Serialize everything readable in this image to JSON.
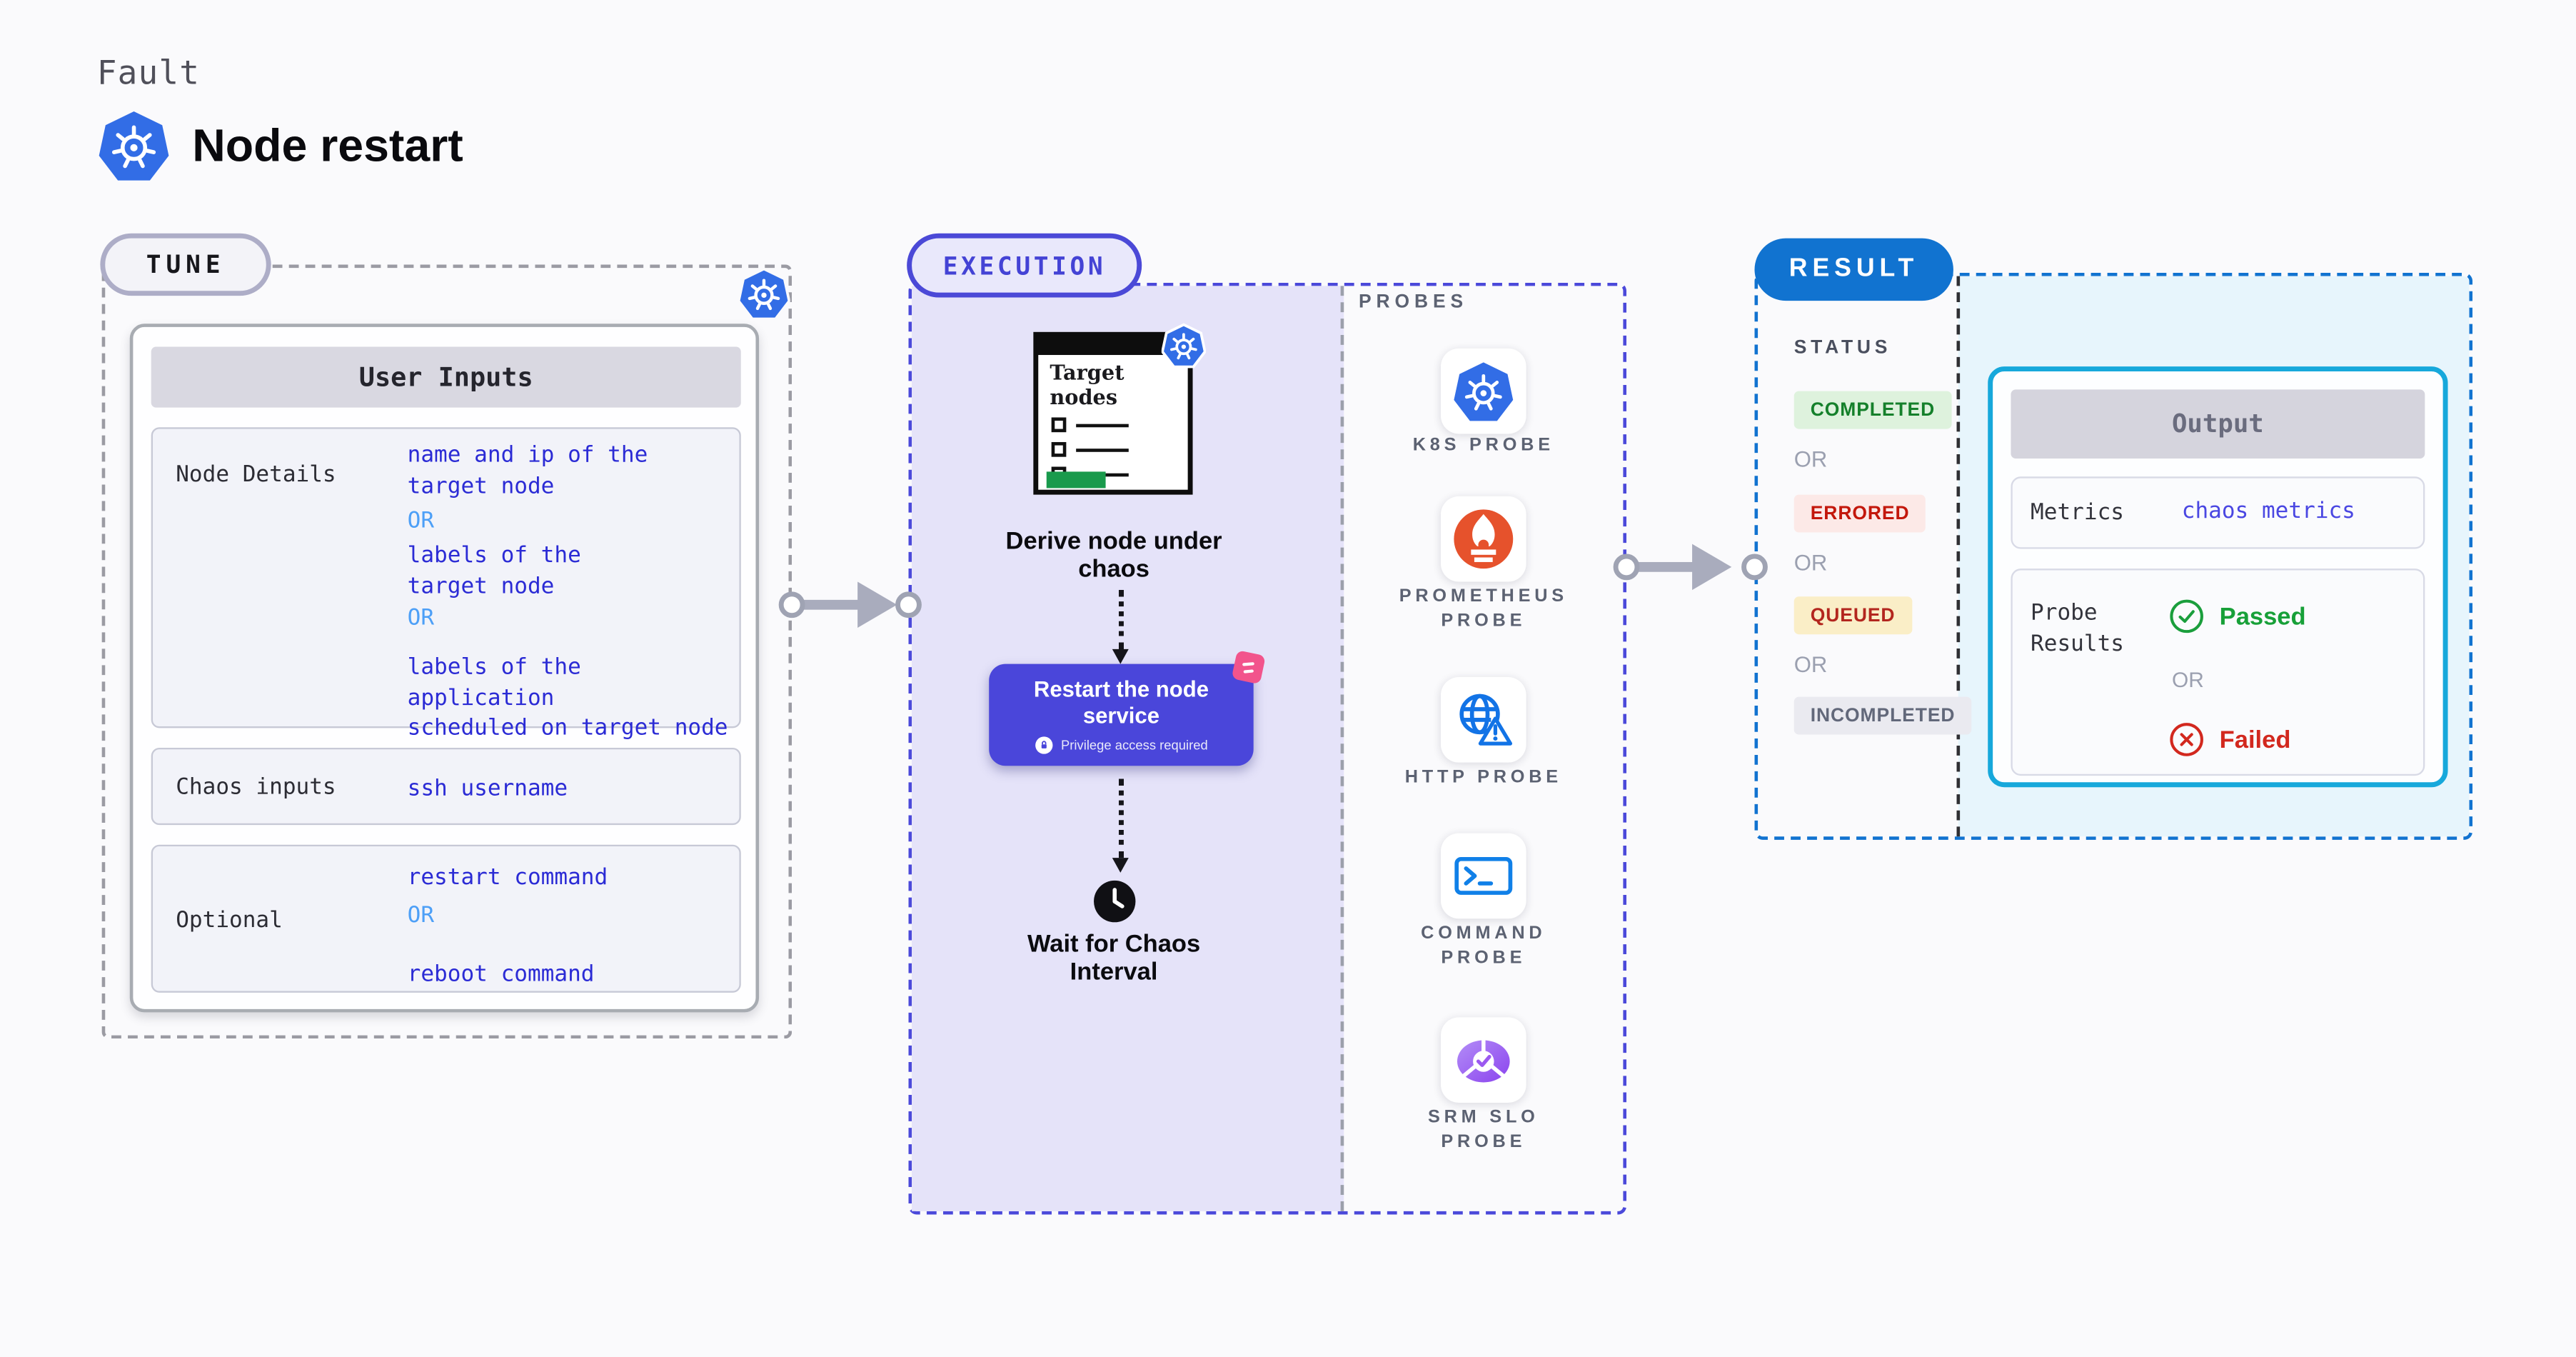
{
  "header": {
    "eyebrow": "Fault",
    "title": "Node restart"
  },
  "tune": {
    "pill": "TUNE",
    "card_title": "User Inputs",
    "rows": [
      {
        "label": "Node Details",
        "lines": [
          {
            "t": "name and ip of the\ntarget node",
            "kind": "value"
          },
          {
            "t": "OR",
            "kind": "or"
          },
          {
            "t": "labels of the\ntarget node",
            "kind": "value"
          },
          {
            "t": "OR",
            "kind": "or"
          },
          {
            "t": "labels of the application\nscheduled on target node",
            "kind": "value"
          }
        ]
      },
      {
        "label": "Chaos inputs",
        "lines": [
          {
            "t": "ssh username",
            "kind": "value"
          }
        ]
      },
      {
        "label": "Optional",
        "lines": [
          {
            "t": "restart command",
            "kind": "value"
          },
          {
            "t": "OR",
            "kind": "or"
          },
          {
            "t": "reboot command",
            "kind": "value"
          }
        ]
      }
    ]
  },
  "execution": {
    "pill": "EXECUTION",
    "clipboard_title": "Target\nnodes",
    "step_derive": "Derive node under\nchaos",
    "button_title": "Restart the node\nservice",
    "button_note": "Privilege access required",
    "step_wait": "Wait for Chaos\nInterval"
  },
  "probes": {
    "label": "PROBES",
    "items": [
      {
        "name": "K8S PROBE",
        "icon": "kubernetes"
      },
      {
        "name": "PROMETHEUS\nPROBE",
        "icon": "prometheus-flame"
      },
      {
        "name": "HTTP PROBE",
        "icon": "globe-warning"
      },
      {
        "name": "COMMAND\nPROBE",
        "icon": "terminal"
      },
      {
        "name": "SRM SLO\nPROBE",
        "icon": "slo-gauge-check"
      }
    ]
  },
  "result": {
    "pill": "RESULT",
    "status_label": "STATUS",
    "statuses": [
      "COMPLETED",
      "OR",
      "ERRORED",
      "OR",
      "QUEUED",
      "OR",
      "INCOMPLETED"
    ],
    "output": {
      "title": "Output",
      "metrics_label": "Metrics",
      "metrics_value": "chaos metrics",
      "probe_results_label": "Probe\nResults",
      "passed_label": "Passed",
      "or_label": "OR",
      "failed_label": "Failed"
    }
  },
  "colors": {
    "page_bg": "#FAFAFC",
    "lavender_fill": "#E5E3F9",
    "result_fill": "#E7F5FC",
    "accent_indigo": "#4B49D7",
    "accent_blue": "#1173D0",
    "accent_cyan": "#17A8DB",
    "button_indigo": "#4A46DA",
    "value_blue": "#2B2BD5",
    "or_light_blue": "#4D9FF7",
    "metrics_blue": "#4A47E2",
    "k8s_blue": "#326DE6",
    "prometheus_orange": "#E6522C",
    "litmus_pink": "#F2548C",
    "green_bar": "#199A4C",
    "passed_green": "#17A038",
    "failed_red": "#D2281E",
    "completed_bg": "#DEF2DD",
    "completed_fg": "#15802B",
    "errored_bg": "#FCE9E7",
    "errored_fg": "#C3170B",
    "queued_bg": "#FAEEC7",
    "queued_fg": "#B3261E",
    "incompleted_bg": "#EAEAF0",
    "incompleted_fg": "#62687A"
  }
}
